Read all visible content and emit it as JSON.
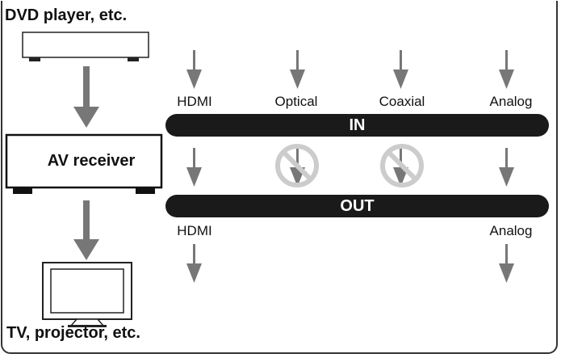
{
  "devices": {
    "source": "DVD player, etc.",
    "receiver": "AV receiver",
    "display": "TV, projector, etc."
  },
  "bars": {
    "in": "IN",
    "out": "OUT"
  },
  "inputs": [
    "HDMI",
    "Optical",
    "Coaxial",
    "Analog"
  ],
  "outputs": [
    "HDMI",
    "Analog"
  ],
  "colors": {
    "arrow": "#777777",
    "bar": "#1a1a1a",
    "prohibit": "#cccccc"
  },
  "icons": {
    "blocked": "no-entry-icon"
  }
}
